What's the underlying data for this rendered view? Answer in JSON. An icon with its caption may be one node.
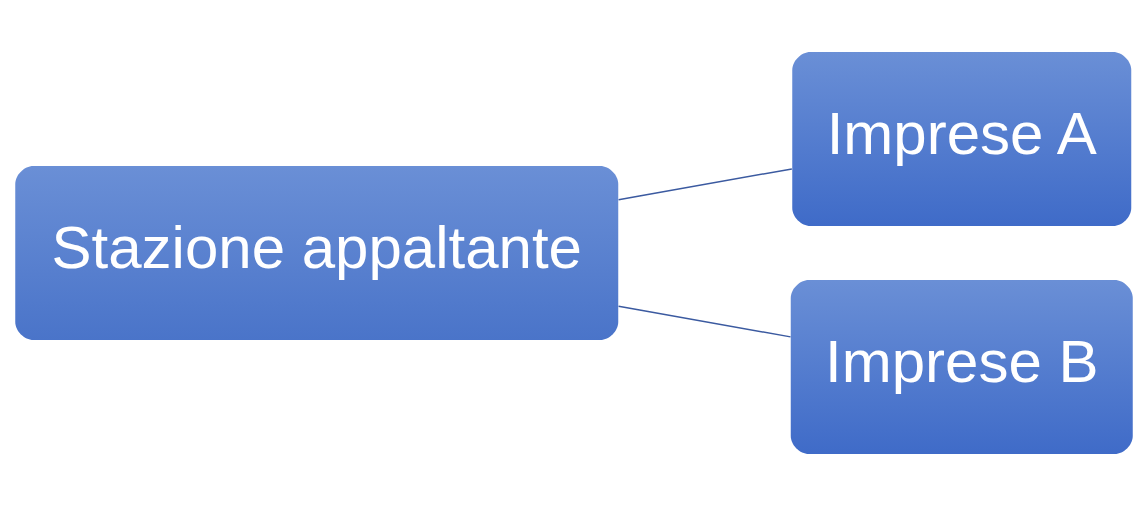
{
  "diagram": {
    "nodes": [
      {
        "text": [
          "Stazione appaltante"
        ]
      },
      {
        "text": [
          "Imprese A"
        ]
      },
      {
        "text": [
          "Imprese B"
        ]
      }
    ],
    "edges": [
      {
        "from": 0,
        "to": 1,
        "arrow": "none"
      },
      {
        "from": 0,
        "to": 2,
        "arrow": "none"
      }
    ]
  }
}
